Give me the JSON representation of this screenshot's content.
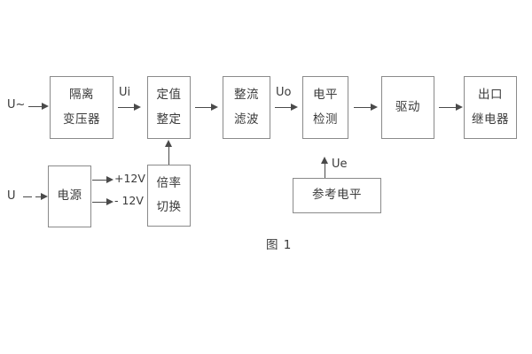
{
  "figure": {
    "caption": "图 1",
    "background_color": "#ffffff",
    "box_border_color": "#8a8a8a",
    "line_color": "#4a4a4a",
    "text_color": "#3a3a3a"
  },
  "blocks": [
    {
      "id": "isolation-transformer",
      "lines": [
        "隔离",
        "变压器"
      ]
    },
    {
      "id": "setting-value",
      "lines": [
        "定值",
        "整定"
      ]
    },
    {
      "id": "rectify-filter",
      "lines": [
        "整流",
        "滤波"
      ]
    },
    {
      "id": "level-detection",
      "lines": [
        "电平",
        "检测"
      ]
    },
    {
      "id": "drive",
      "lines": [
        "驱动"
      ]
    },
    {
      "id": "output-relay",
      "lines": [
        "出口",
        "继电器"
      ]
    },
    {
      "id": "power-supply",
      "lines": [
        "电源"
      ]
    },
    {
      "id": "multiplier-switch",
      "lines": [
        "倍率",
        "切换"
      ]
    },
    {
      "id": "reference-level",
      "lines": [
        "参考电平"
      ]
    }
  ],
  "signals": {
    "input_ac": "U~",
    "input_dc": "U",
    "ui": "Ui",
    "uo": "Uo",
    "ue": "Ue",
    "supply_positive": "+12V",
    "supply_negative": "- 12V"
  }
}
